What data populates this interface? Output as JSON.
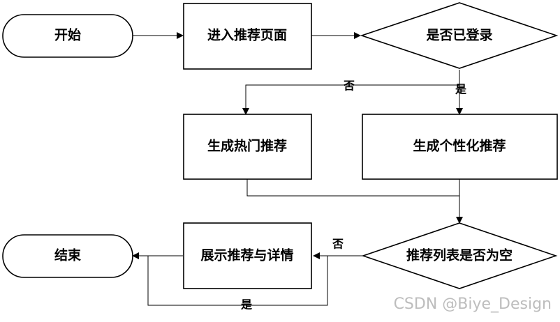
{
  "nodes": {
    "start": "开始",
    "enter": "进入推荐页面",
    "logged_in": "是否已登录",
    "hot": "生成热门推荐",
    "personal": "生成个性化推荐",
    "empty": "推荐列表是否为空",
    "show": "展示推荐与详情",
    "end": "结束"
  },
  "edges": {
    "login_no": "否",
    "login_yes": "是",
    "empty_no": "否",
    "empty_yes": "是"
  },
  "watermark": "CSDN @Biye_Design"
}
